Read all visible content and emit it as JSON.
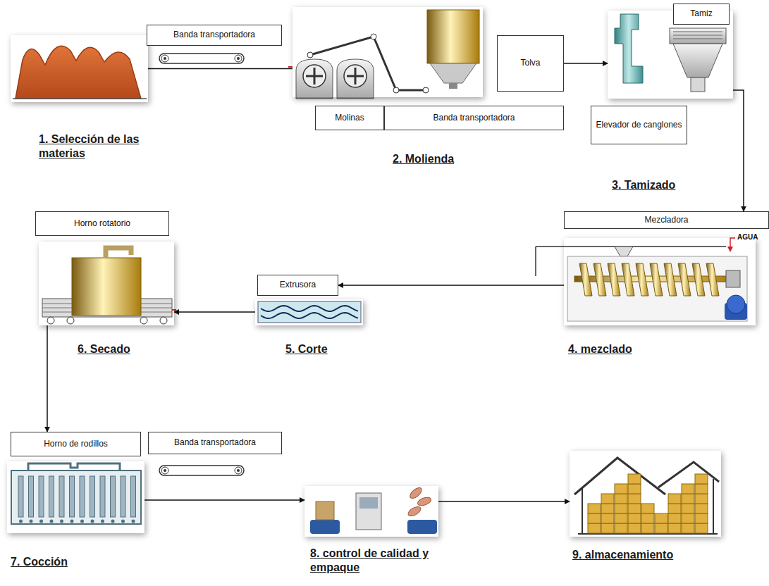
{
  "diagram": {
    "nodes": [
      {
        "text": [
          "1. Selección de las materias"
        ]
      },
      {
        "text": [
          "Banda transportadora"
        ]
      },
      {
        "text": [
          "2. Molienda"
        ]
      },
      {
        "text": [
          "Molinas"
        ]
      },
      {
        "text": [
          "Banda transportadora"
        ]
      },
      {
        "text": [
          "Tolva"
        ]
      },
      {
        "text": [
          "3. Tamizado"
        ]
      },
      {
        "text": [
          "Elevador de canglones"
        ]
      },
      {
        "text": [
          "Tamiz"
        ]
      },
      {
        "text": [
          "Mezcladora"
        ]
      },
      {
        "text": [
          "4. mezclado"
        ]
      },
      {
        "text": [
          "Extrusora"
        ]
      },
      {
        "text": [
          "5. Corte"
        ]
      },
      {
        "text": [
          "Horno rotatorio"
        ]
      },
      {
        "text": [
          "6. Secado"
        ]
      },
      {
        "text": [
          "Horno de rodillos"
        ]
      },
      {
        "text": [
          "7. Cocción"
        ]
      },
      {
        "text": [
          "Banda transportadora"
        ]
      },
      {
        "text": [
          "8. control de calidad y empaque"
        ]
      },
      {
        "text": [
          "9. almacenamiento"
        ]
      }
    ],
    "edges": [
      {
        "from": 0,
        "to": 2,
        "arrow": "none"
      },
      {
        "from": 5,
        "to": 6,
        "arrow": "to"
      },
      {
        "from": 6,
        "to": 9,
        "arrow": "to"
      },
      {
        "from": 10,
        "to": 11,
        "arrow": "to"
      },
      {
        "from": 12,
        "to": 14,
        "arrow": "to"
      },
      {
        "from": 14,
        "to": 15,
        "arrow": "to"
      },
      {
        "from": 16,
        "to": 18,
        "arrow": "to"
      },
      {
        "from": 18,
        "to": 19,
        "arrow": "to"
      }
    ],
    "labels": [
      "AGUA"
    ]
  }
}
